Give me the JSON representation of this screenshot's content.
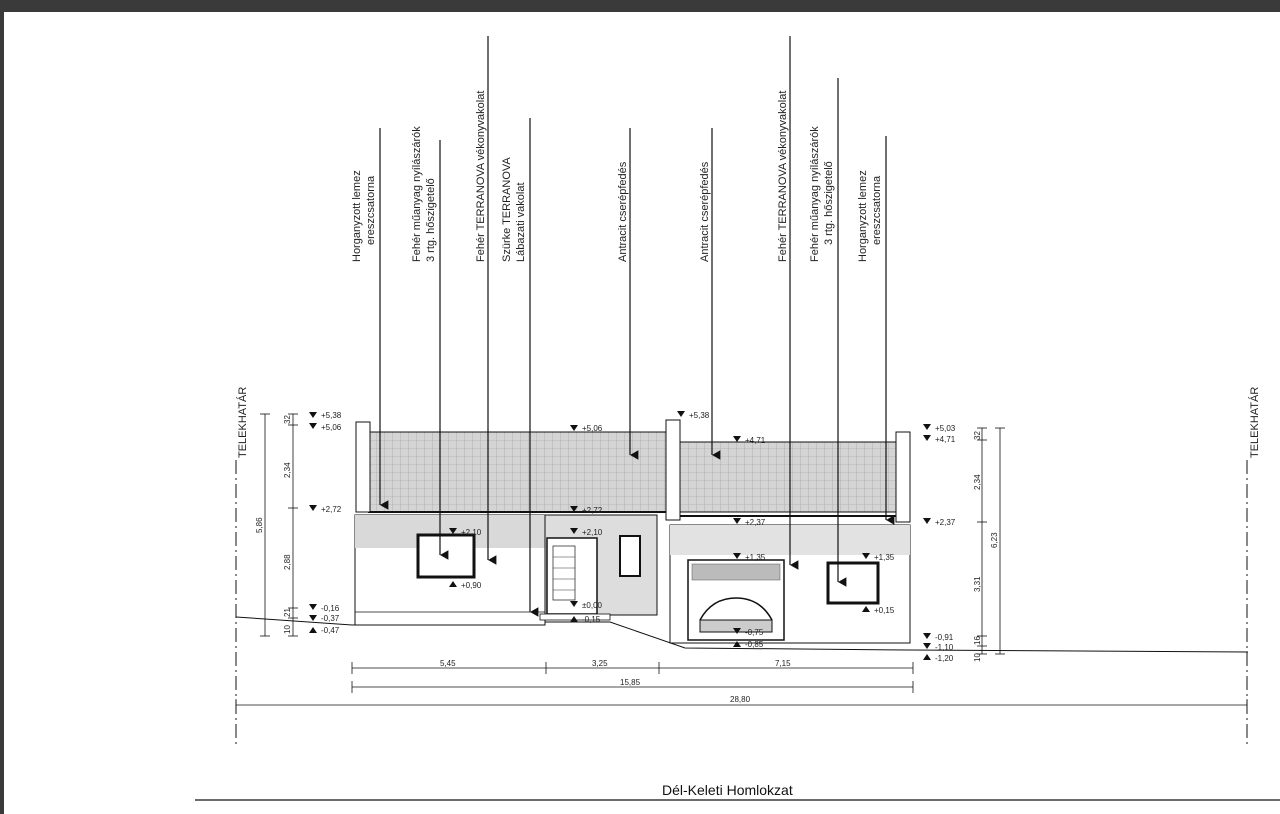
{
  "drawing": {
    "title": "Dél-Keleti Homlokzat",
    "boundary_label": "TELEKHATÁR",
    "callouts": [
      {
        "line1": "Horganyzott lemez",
        "line2": "ereszcsatorna"
      },
      {
        "line1": "Fehér műanyag nyílászárók",
        "line2": "3 rtg. hőszigetelő"
      },
      {
        "line1": "Fehér TERRANOVA vékonyvakolat",
        "line2": ""
      },
      {
        "line1": "Szürke TERRANOVA",
        "line2": "Lábazati vakolat"
      },
      {
        "line1": "Antracit cserépfedés",
        "line2": ""
      },
      {
        "line1": "Antracit cserépfedés",
        "line2": ""
      },
      {
        "line1": "Fehér TERRANOVA vékonyvakolat",
        "line2": ""
      },
      {
        "line1": "Fehér műanyag nyílászárók",
        "line2": "3 rtg. hőszigetelő"
      },
      {
        "line1": "Horganyzott lemez",
        "line2": "ereszcsatorna"
      }
    ],
    "levels_left": [
      "+5,38",
      "+5,06",
      "+2,72",
      "-0,16",
      "-0,37",
      "-0,47"
    ],
    "levels_right": [
      "+5,03",
      "+4,71",
      "+2,37",
      "-0,91",
      "-1,10",
      "-1,20"
    ],
    "levels_inner": [
      "+5,06",
      "+2,72",
      "+2,10",
      "+2,10",
      "+0,90",
      "±0,00",
      "-0,15",
      "+5,38",
      "+4,71",
      "+2,37",
      "+1,35",
      "+1,35",
      "+0,15",
      "-0,75",
      "-0,85"
    ],
    "vdims_left": [
      "32",
      "2,34",
      "2,88",
      "21",
      "10",
      "5,86"
    ],
    "vdims_right": [
      "32",
      "2,34",
      "3,31",
      "16",
      "10",
      "6,23"
    ],
    "hdims": [
      "5,45",
      "3,25",
      "7,15"
    ],
    "overall_building": "15,85",
    "overall_plot": "28,80"
  }
}
